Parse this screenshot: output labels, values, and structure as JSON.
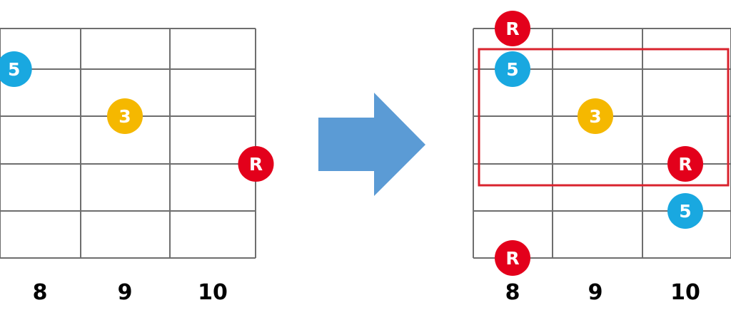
{
  "colors": {
    "grid_line": "#6e6e6e",
    "root": "#e3001b",
    "third": "#f5b800",
    "fifth": "#19a8e0",
    "arrow": "#5b9bd5",
    "highlight_box": "#d9232e",
    "dot_text": "#ffffff"
  },
  "left_diagram": {
    "fret_labels": [
      "8",
      "9",
      "10"
    ],
    "markers": [
      {
        "label": "5",
        "color_key": "fifth",
        "fret": 7.7,
        "string": 1
      },
      {
        "label": "3",
        "color_key": "third",
        "fret": 9,
        "string": 2
      },
      {
        "label": "R",
        "color_key": "root",
        "fret": 10.5,
        "string": 3
      }
    ]
  },
  "arrow": {
    "icon": "right-arrow-icon"
  },
  "right_diagram": {
    "fret_labels": [
      "8",
      "9",
      "10"
    ],
    "markers": [
      {
        "label": "R",
        "color_key": "root",
        "fret": 8,
        "string": 0
      },
      {
        "label": "5",
        "color_key": "fifth",
        "fret": 8,
        "string": 1
      },
      {
        "label": "3",
        "color_key": "third",
        "fret": 9,
        "string": 2
      },
      {
        "label": "R",
        "color_key": "root",
        "fret": 10,
        "string": 3
      },
      {
        "label": "5",
        "color_key": "fifth",
        "fret": 10,
        "string": 4
      },
      {
        "label": "R",
        "color_key": "root",
        "fret": 8,
        "string": 6
      }
    ],
    "highlight": {
      "from_string": 1,
      "to_string": 3
    }
  }
}
